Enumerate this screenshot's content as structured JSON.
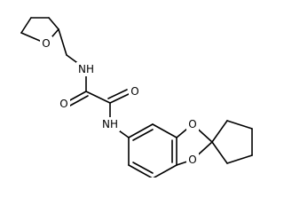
{
  "molecule": {
    "labels": {
      "ring_oxygen_thf": "O",
      "amine_top": "NH",
      "carbonyl_oxygen_left": "O",
      "carbonyl_oxygen_right": "O",
      "amine_bottom": "NH",
      "dioxole_oxygen_top": "O",
      "dioxole_oxygen_bottom": "O"
    }
  }
}
